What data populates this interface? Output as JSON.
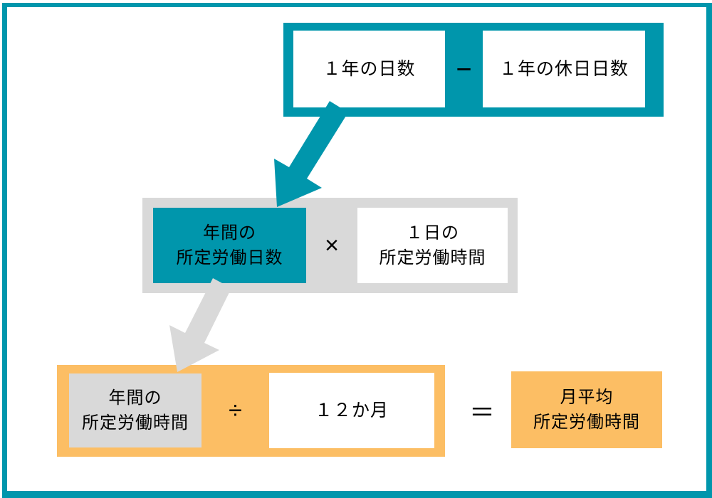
{
  "colors": {
    "teal": "#0096ac",
    "gray": "#d9d9d9",
    "orange": "#fcbe64",
    "text": "#000000"
  },
  "diagram": {
    "row1": {
      "box1": "１年の日数",
      "operator": "−",
      "box2": "１年の休日日数"
    },
    "row2": {
      "box1_line1": "年間の",
      "box1_line2": "所定労働日数",
      "operator": "×",
      "box2_line1": "１日の",
      "box2_line2": "所定労働時間"
    },
    "row3": {
      "box1_line1": "年間の",
      "box1_line2": "所定労働時間",
      "operator": "÷",
      "box2": "１２か月"
    },
    "equals": "＝",
    "result": {
      "line1": "月平均",
      "line2": "所定労働時間"
    }
  }
}
